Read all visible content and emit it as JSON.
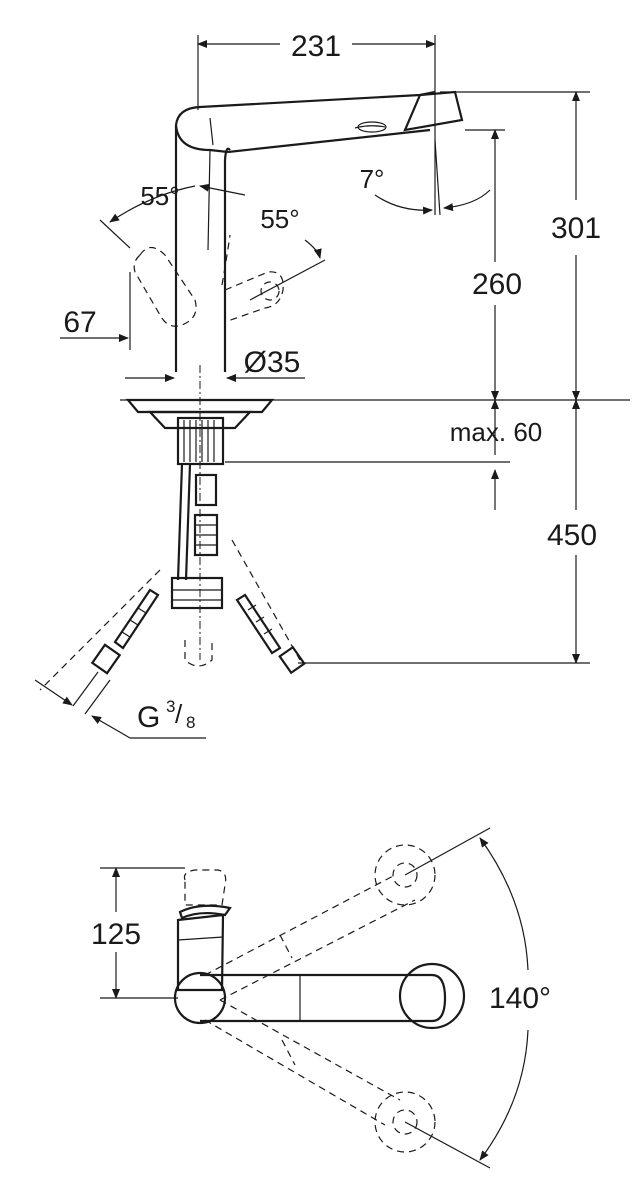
{
  "side_view": {
    "dimensions": {
      "width_spout": "231",
      "height_total": "301",
      "height_spout": "260",
      "angle_spray": "7°",
      "angle_left": "55°",
      "angle_right": "55°",
      "lever_offset": "67",
      "diameter_prefix": "Ø",
      "diameter_value": "35",
      "max_depth": "max. 60",
      "hose_length": "450",
      "thread_prefix": "G",
      "thread_num": "3",
      "thread_den": "8"
    }
  },
  "top_view": {
    "dimensions": {
      "depth": "125",
      "swivel_angle": "140°"
    }
  }
}
